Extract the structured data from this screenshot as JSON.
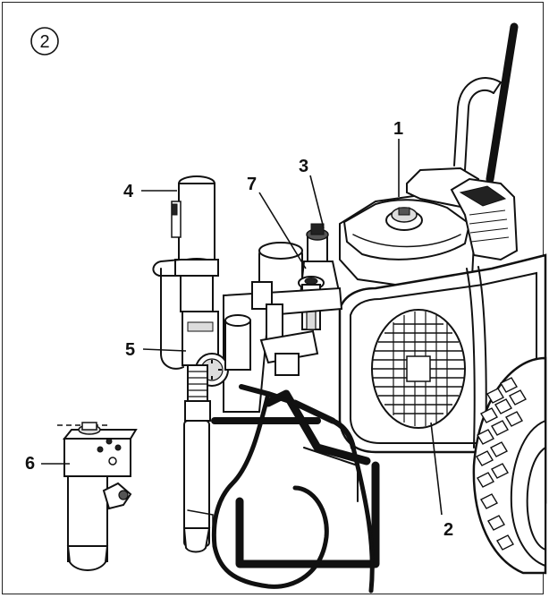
{
  "figure": {
    "number": "2"
  },
  "callouts": [
    {
      "id": "1",
      "text": "1"
    },
    {
      "id": "2",
      "text": "2"
    },
    {
      "id": "3",
      "text": "3"
    },
    {
      "id": "4",
      "text": "4"
    },
    {
      "id": "5",
      "text": "5"
    },
    {
      "id": "6",
      "text": "6"
    },
    {
      "id": "7",
      "text": "7"
    }
  ]
}
